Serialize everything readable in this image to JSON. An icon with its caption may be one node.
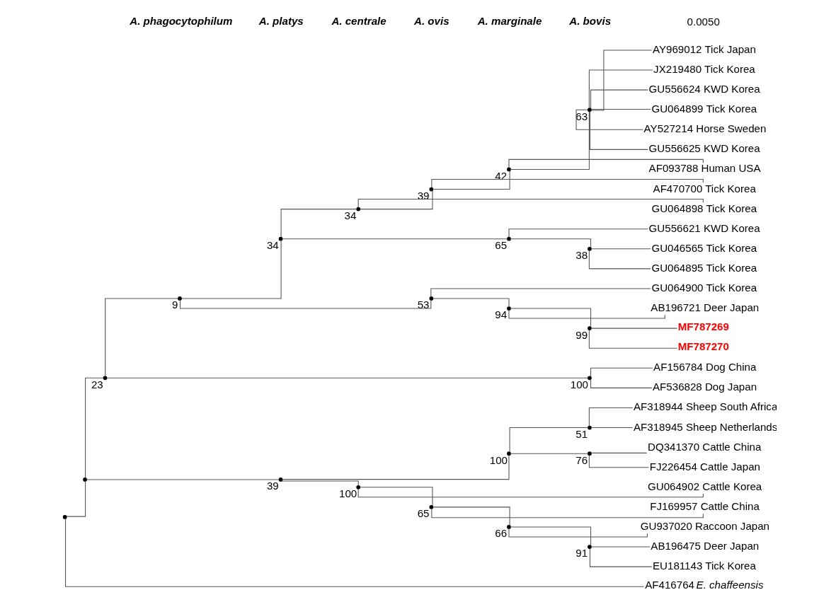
{
  "diagram": {
    "nodes": [
      {
        "text": [],
        "shape": "point"
      },
      {
        "text": [],
        "shape": "point"
      },
      {
        "text": [],
        "shape": "point",
        "beside": [
          "23"
        ]
      },
      {
        "text": [],
        "shape": "point",
        "beside": [
          "9"
        ]
      },
      {
        "text": [],
        "shape": "point",
        "beside": [
          "34"
        ]
      },
      {
        "text": [],
        "shape": "point",
        "beside": [
          "34"
        ]
      },
      {
        "text": [],
        "shape": "point",
        "beside": [
          "39"
        ]
      },
      {
        "text": [],
        "shape": "point",
        "beside": [
          "42"
        ]
      },
      {
        "text": [],
        "shape": "point",
        "beside": [
          "63"
        ]
      },
      {
        "text": [
          "AY969012 Tick Japan"
        ]
      },
      {
        "text": [
          "JX219480 Tick Korea"
        ]
      },
      {
        "text": [
          "GU556624 KWD Korea"
        ]
      },
      {
        "text": [
          "GU064899 Tick Korea"
        ]
      },
      {
        "text": [
          "AY527214 Horse Sweden"
        ]
      },
      {
        "text": [
          "GU556625 KWD Korea"
        ]
      },
      {
        "text": [
          "AF093788 Human USA"
        ]
      },
      {
        "text": [
          "AF470700 Tick Korea"
        ]
      },
      {
        "text": [
          "GU064898 Tick Korea"
        ]
      },
      {
        "text": [],
        "shape": "point",
        "beside": [
          "65"
        ]
      },
      {
        "text": [
          "GU556621 KWD Korea"
        ]
      },
      {
        "text": [],
        "shape": "point",
        "beside": [
          "38"
        ]
      },
      {
        "text": [
          "GU046565 Tick Korea"
        ]
      },
      {
        "text": [
          "GU064895 Tick Korea"
        ]
      },
      {
        "text": [],
        "shape": "point",
        "beside": [
          "53"
        ]
      },
      {
        "text": [
          "GU064900 Tick Korea"
        ]
      },
      {
        "text": [],
        "shape": "point",
        "beside": [
          "94"
        ]
      },
      {
        "text": [
          "AB196721 Deer Japan"
        ]
      },
      {
        "text": [],
        "shape": "point",
        "beside": [
          "99"
        ]
      },
      {
        "text": [
          "MF787269"
        ]
      },
      {
        "text": [
          "MF787270"
        ]
      },
      {
        "text": [],
        "shape": "point",
        "beside": [
          "100"
        ]
      },
      {
        "text": [
          "AF156784 Dog China"
        ]
      },
      {
        "text": [
          "AF536828 Dog Japan"
        ]
      },
      {
        "text": [],
        "shape": "point",
        "beside": [
          "39"
        ]
      },
      {
        "text": [],
        "shape": "point",
        "beside": [
          "100"
        ]
      },
      {
        "text": [],
        "shape": "point",
        "beside": [
          "51"
        ]
      },
      {
        "text": [
          "AF318944 Sheep South Africa"
        ]
      },
      {
        "text": [
          "AF318945 Sheep Netherlands"
        ]
      },
      {
        "text": [],
        "shape": "point",
        "beside": [
          "76"
        ]
      },
      {
        "text": [
          "DQ341370 Cattle China"
        ]
      },
      {
        "text": [
          "FJ226454 Cattle Japan"
        ]
      },
      {
        "text": [],
        "shape": "point",
        "beside": [
          "100"
        ]
      },
      {
        "text": [
          "GU064902 Cattle Korea"
        ]
      },
      {
        "text": [],
        "shape": "point",
        "beside": [
          "65"
        ]
      },
      {
        "text": [
          "FJ169957 Cattle China"
        ]
      },
      {
        "text": [],
        "shape": "point",
        "beside": [
          "66"
        ]
      },
      {
        "text": [
          "GU937020 Raccoon Japan"
        ]
      },
      {
        "text": [],
        "shape": "point",
        "beside": [
          "91"
        ]
      },
      {
        "text": [
          "AB196475 Deer Japan"
        ]
      },
      {
        "text": [
          "EU181143 Tick Korea"
        ]
      },
      {
        "text": [
          "AF416764 *E. chaffeensis*"
        ]
      }
    ],
    "edges": [
      {
        "from": 0,
        "to": 1,
        "arrow": "none"
      },
      {
        "from": 1,
        "to": 2,
        "arrow": "none"
      },
      {
        "from": 2,
        "to": 3,
        "arrow": "none"
      },
      {
        "from": 3,
        "to": 4,
        "arrow": "none"
      },
      {
        "from": 4,
        "to": 5,
        "arrow": "none"
      },
      {
        "from": 5,
        "to": 6,
        "arrow": "none"
      },
      {
        "from": 6,
        "to": 7,
        "arrow": "none"
      },
      {
        "from": 7,
        "to": 8,
        "arrow": "none"
      },
      {
        "from": 8,
        "to": 9,
        "arrow": "none"
      },
      {
        "from": 8,
        "to": 10,
        "arrow": "none"
      },
      {
        "from": 8,
        "to": 11,
        "arrow": "none"
      },
      {
        "from": 8,
        "to": 12,
        "arrow": "none"
      },
      {
        "from": 8,
        "to": 13,
        "arrow": "none"
      },
      {
        "from": 8,
        "to": 14,
        "arrow": "none"
      },
      {
        "from": 7,
        "to": 15,
        "arrow": "none"
      },
      {
        "from": 6,
        "to": 16,
        "arrow": "none"
      },
      {
        "from": 5,
        "to": 17,
        "arrow": "none"
      },
      {
        "from": 4,
        "to": 18,
        "arrow": "none"
      },
      {
        "from": 18,
        "to": 19,
        "arrow": "none"
      },
      {
        "from": 18,
        "to": 20,
        "arrow": "none"
      },
      {
        "from": 20,
        "to": 21,
        "arrow": "none"
      },
      {
        "from": 20,
        "to": 22,
        "arrow": "none"
      },
      {
        "from": 3,
        "to": 23,
        "arrow": "none"
      },
      {
        "from": 23,
        "to": 24,
        "arrow": "none"
      },
      {
        "from": 23,
        "to": 25,
        "arrow": "none"
      },
      {
        "from": 25,
        "to": 26,
        "arrow": "none"
      },
      {
        "from": 25,
        "to": 27,
        "arrow": "none"
      },
      {
        "from": 27,
        "to": 28,
        "arrow": "none"
      },
      {
        "from": 27,
        "to": 29,
        "arrow": "none"
      },
      {
        "from": 2,
        "to": 30,
        "arrow": "none"
      },
      {
        "from": 30,
        "to": 31,
        "arrow": "none"
      },
      {
        "from": 30,
        "to": 32,
        "arrow": "none"
      },
      {
        "from": 1,
        "to": 33,
        "arrow": "none"
      },
      {
        "from": 33,
        "to": 34,
        "arrow": "none"
      },
      {
        "from": 34,
        "to": 35,
        "arrow": "none"
      },
      {
        "from": 35,
        "to": 36,
        "arrow": "none"
      },
      {
        "from": 35,
        "to": 37,
        "arrow": "none"
      },
      {
        "from": 34,
        "to": 38,
        "arrow": "none"
      },
      {
        "from": 38,
        "to": 39,
        "arrow": "none"
      },
      {
        "from": 38,
        "to": 40,
        "arrow": "none"
      },
      {
        "from": 33,
        "to": 41,
        "arrow": "none"
      },
      {
        "from": 41,
        "to": 42,
        "arrow": "none"
      },
      {
        "from": 41,
        "to": 43,
        "arrow": "none"
      },
      {
        "from": 43,
        "to": 44,
        "arrow": "none"
      },
      {
        "from": 43,
        "to": 45,
        "arrow": "none"
      },
      {
        "from": 45,
        "to": 46,
        "arrow": "none"
      },
      {
        "from": 45,
        "to": 47,
        "arrow": "none"
      },
      {
        "from": 47,
        "to": 48,
        "arrow": "none"
      },
      {
        "from": 47,
        "to": 49,
        "arrow": "none"
      },
      {
        "from": 0,
        "to": 50,
        "arrow": "none"
      }
    ],
    "labels": [
      "A. phagocytophilum",
      "A. platys",
      "A. centrale",
      "A. ovis",
      "A. marginale",
      "A. bovis",
      "0.0050"
    ]
  }
}
